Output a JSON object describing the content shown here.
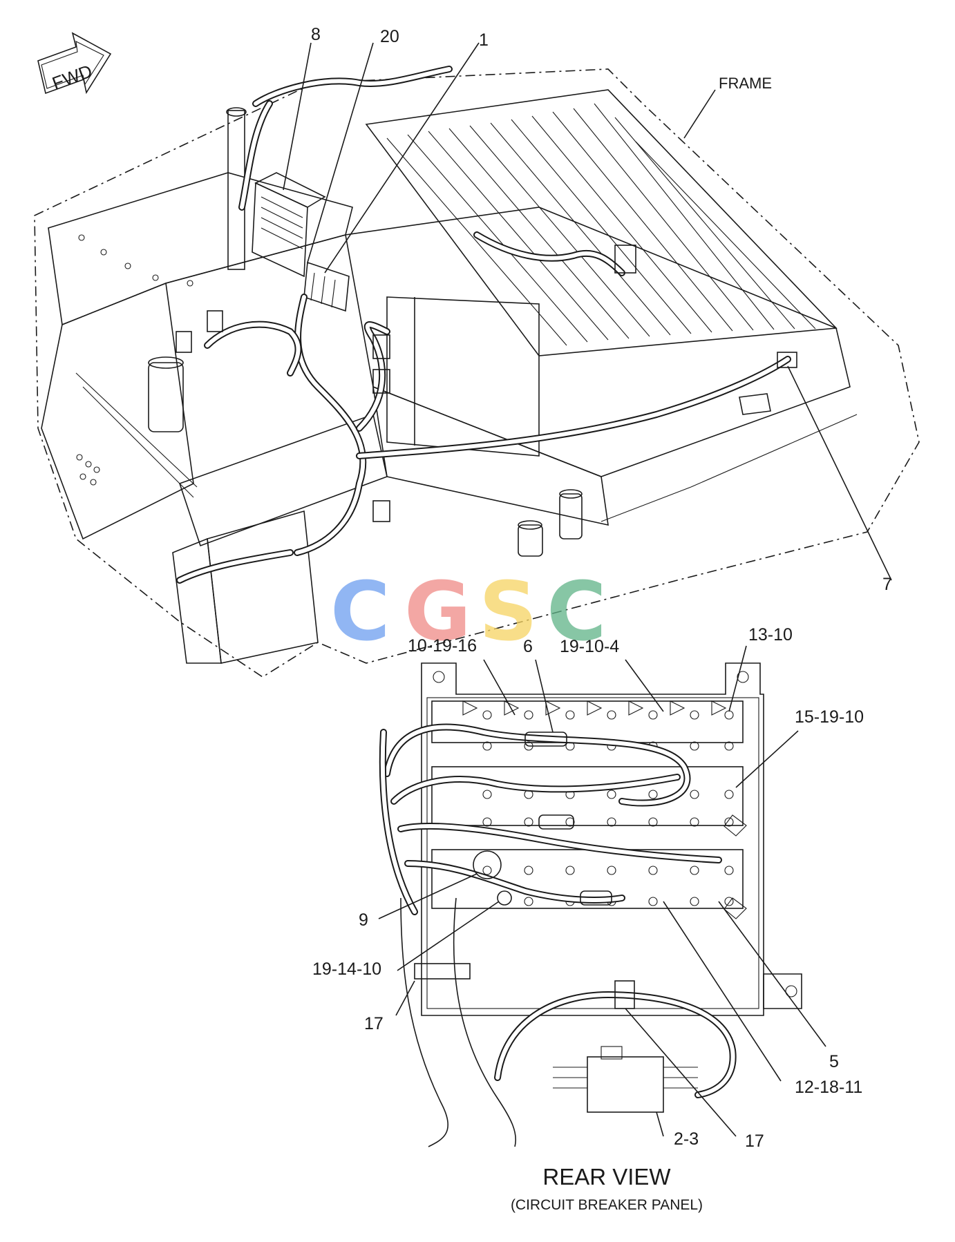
{
  "fwd_label": "FWD",
  "frame_label": "FRAME",
  "callouts": {
    "c8": "8",
    "c20": "20",
    "c1": "1",
    "c7": "7",
    "c10_19_16": "10-19-16",
    "c6": "6",
    "c19_10_4": "19-10-4",
    "c13_10": "13-10",
    "c15_19_10": "15-19-10",
    "c9": "9",
    "c19_14_10": "19-14-10",
    "c17a": "17",
    "c5": "5",
    "c12_18_11": "12-18-11",
    "c2_3": "2-3",
    "c17b": "17"
  },
  "view_title": "REAR VIEW",
  "view_subtitle": "(CIRCUIT BREAKER PANEL)",
  "watermark": {
    "letters": [
      "C",
      "G",
      "S",
      "C"
    ],
    "colors": [
      "#6d9ef0",
      "#f08a86",
      "#f6d462",
      "#5fb488"
    ]
  }
}
